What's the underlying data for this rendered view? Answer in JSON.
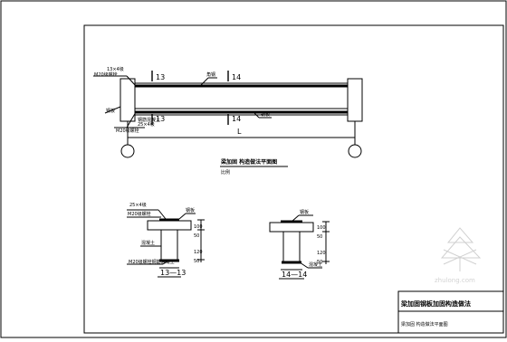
{
  "beam": {
    "label_top_left": "13×4级",
    "label_top_left2": "M20级螺栓",
    "label_left_plate": "钢板",
    "label_top_right": "角钢",
    "seg_top_1": "13",
    "seg_top_2": "14",
    "seg_bot_1": "13",
    "seg_bot_2": "14",
    "label_bot_left": "钢筋混凝土",
    "label_bot_left2": "25×4级",
    "label_bot_left3": "M20级螺栓",
    "label_bot_mid": "钢板",
    "span": "L"
  },
  "caption_main": "梁加固 构造做法平面图",
  "caption_sub": "比例",
  "sections": {
    "left": {
      "tag1": "25×4级",
      "tag2": "M20级螺栓",
      "tag3": "钢板",
      "tag4": "混凝土",
      "tag5": "M20级螺栓钢筋混凝土",
      "dim1": "100",
      "dim2": "50",
      "dim3": "120",
      "dim4": "50",
      "name": "13—13"
    },
    "right": {
      "tag1": "钢板",
      "tag2": "混凝土",
      "dim1": "100",
      "dim2": "50",
      "dim3": "120",
      "dim4": "50",
      "name": "14—14"
    }
  },
  "title_block": {
    "main": "梁加固钢板加固构造做法",
    "sub": "梁加固 构造做法平面图"
  },
  "watermark": "zhulong.com"
}
